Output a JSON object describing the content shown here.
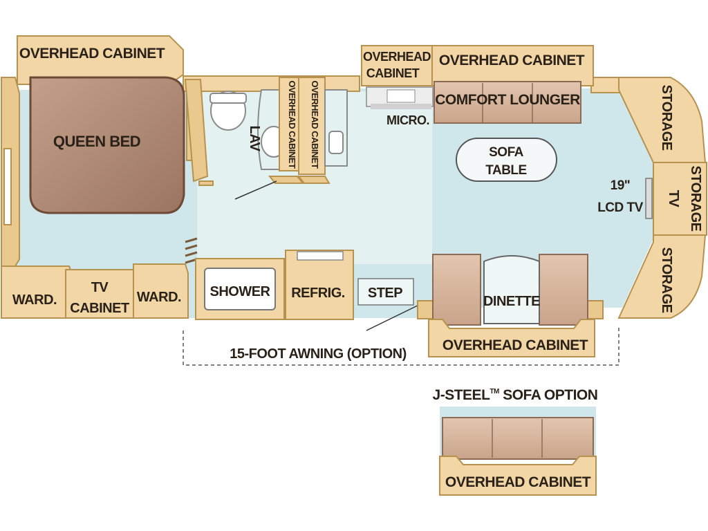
{
  "labels": {
    "overhead_cabinet_bedroom": "OVERHEAD CABINET",
    "queen_bed": "QUEEN BED",
    "lav": "LAV",
    "overhead_cabinet_bath": "OVERHEAD CABINET",
    "overhead_cabinet_galley_1": "OVERHEAD",
    "overhead_cabinet_galley_2": "CABINET",
    "overhead_cabinet_front": "OVERHEAD CABINET",
    "comfort_lounger": "COMFORT LOUNGER",
    "micro": "MICRO.",
    "sofa_table_1": "SOFA",
    "sofa_table_2": "TABLE",
    "storage_top": "STORAGE",
    "storage_tv_1": "STORAGE",
    "storage_tv_2": "TV",
    "tv_size": "19\"",
    "tv_type": "LCD TV",
    "storage_bottom": "STORAGE",
    "ward_left": "WARD.",
    "tv_cabinet_1": "TV",
    "tv_cabinet_2": "CABINET",
    "ward_right": "WARD.",
    "shower": "SHOWER",
    "refrig": "REFRIG.",
    "step": "STEP",
    "dinette": "DINETTE",
    "overhead_cabinet_dinette": "OVERHEAD CABINET",
    "awning": "15-FOOT AWNING (OPTION)",
    "sofa_option_prefix": "J-STEEL",
    "sofa_option_tm": "TM",
    "sofa_option_suffix": " SOFA OPTION",
    "overhead_cabinet_option": "OVERHEAD CABINET"
  },
  "colors": {
    "floor": "#cfe7ea",
    "cabinet": "#f2d6a6",
    "cabinet_stroke": "#b7924e",
    "wood": "#a9846a",
    "wall": "#d9b27a",
    "text": "#2a2118"
  }
}
